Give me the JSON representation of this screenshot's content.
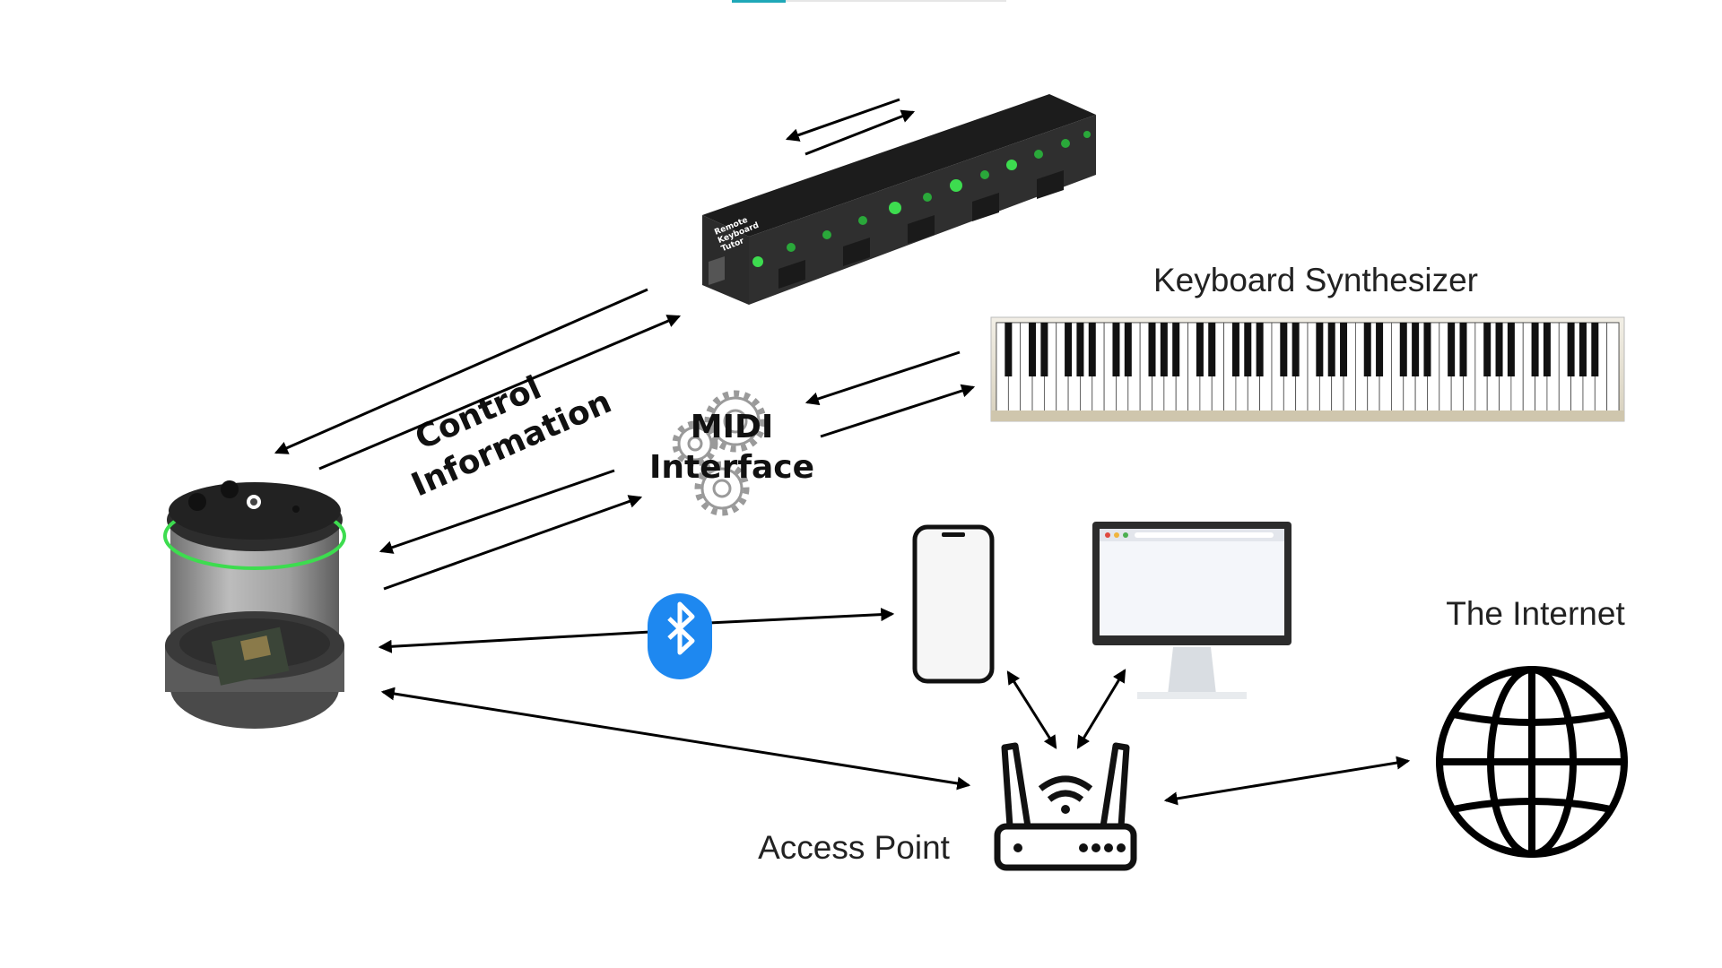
{
  "diagram": {
    "labels": {
      "keyboard_synthesizer": "Keyboard Synthesizer",
      "the_internet": "The Internet",
      "access_point": "Access Point",
      "control_line1": "Control",
      "control_line2": "Information",
      "midi_line1": "MIDI",
      "midi_line2": "Interface",
      "tutor_brand_line1": "Remote",
      "tutor_brand_line2": "Keyboard",
      "tutor_brand_line3": "Tutor"
    },
    "icons": {
      "bluetooth": "bluetooth-icon",
      "gear": "gear-icon",
      "globe": "globe-icon",
      "router": "router-icon",
      "phone": "smartphone-icon",
      "monitor": "monitor-icon"
    },
    "colors": {
      "accent_teal": "#1fa8b8",
      "led_green": "#3ddc4f",
      "bluetooth_blue": "#1e88f0",
      "arrow": "#000000"
    }
  }
}
